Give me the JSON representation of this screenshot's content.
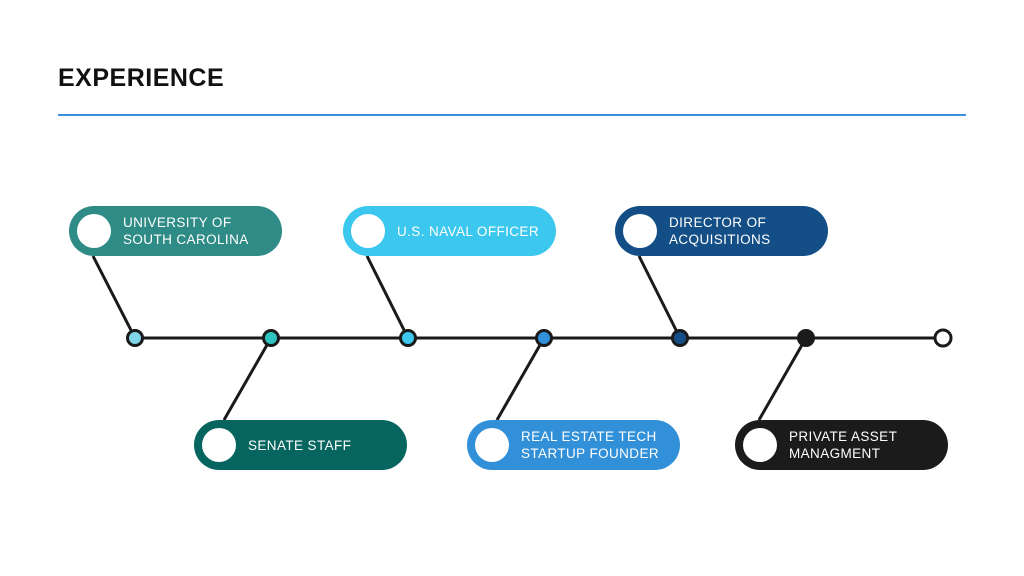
{
  "title": "EXPERIENCE",
  "colors": {
    "rule": "#3a8fdc",
    "line": "#1a1a1a",
    "end_node": "#ffffff"
  },
  "milestones": [
    {
      "label": "UNIVERSITY OF\nSOUTH CAROLINA",
      "color": "#2e8b86",
      "node_color": "#7fd6e6"
    },
    {
      "label": "SENATE STAFF",
      "color": "#06665f",
      "node_color": "#2ec4c0"
    },
    {
      "label": "U.S. NAVAL OFFICER",
      "color": "#3cc8ee",
      "node_color": "#3cc8ee"
    },
    {
      "label": "REAL ESTATE TECH\nSTARTUP FOUNDER",
      "color": "#3290d8",
      "node_color": "#3290d8"
    },
    {
      "label": "DIRECTOR OF\nACQUISITIONS",
      "color": "#134f86",
      "node_color": "#134f86"
    },
    {
      "label": "PRIVATE ASSET\nMANAGMENT",
      "color": "#1b1b1b",
      "node_color": "#1b1b1b"
    }
  ]
}
